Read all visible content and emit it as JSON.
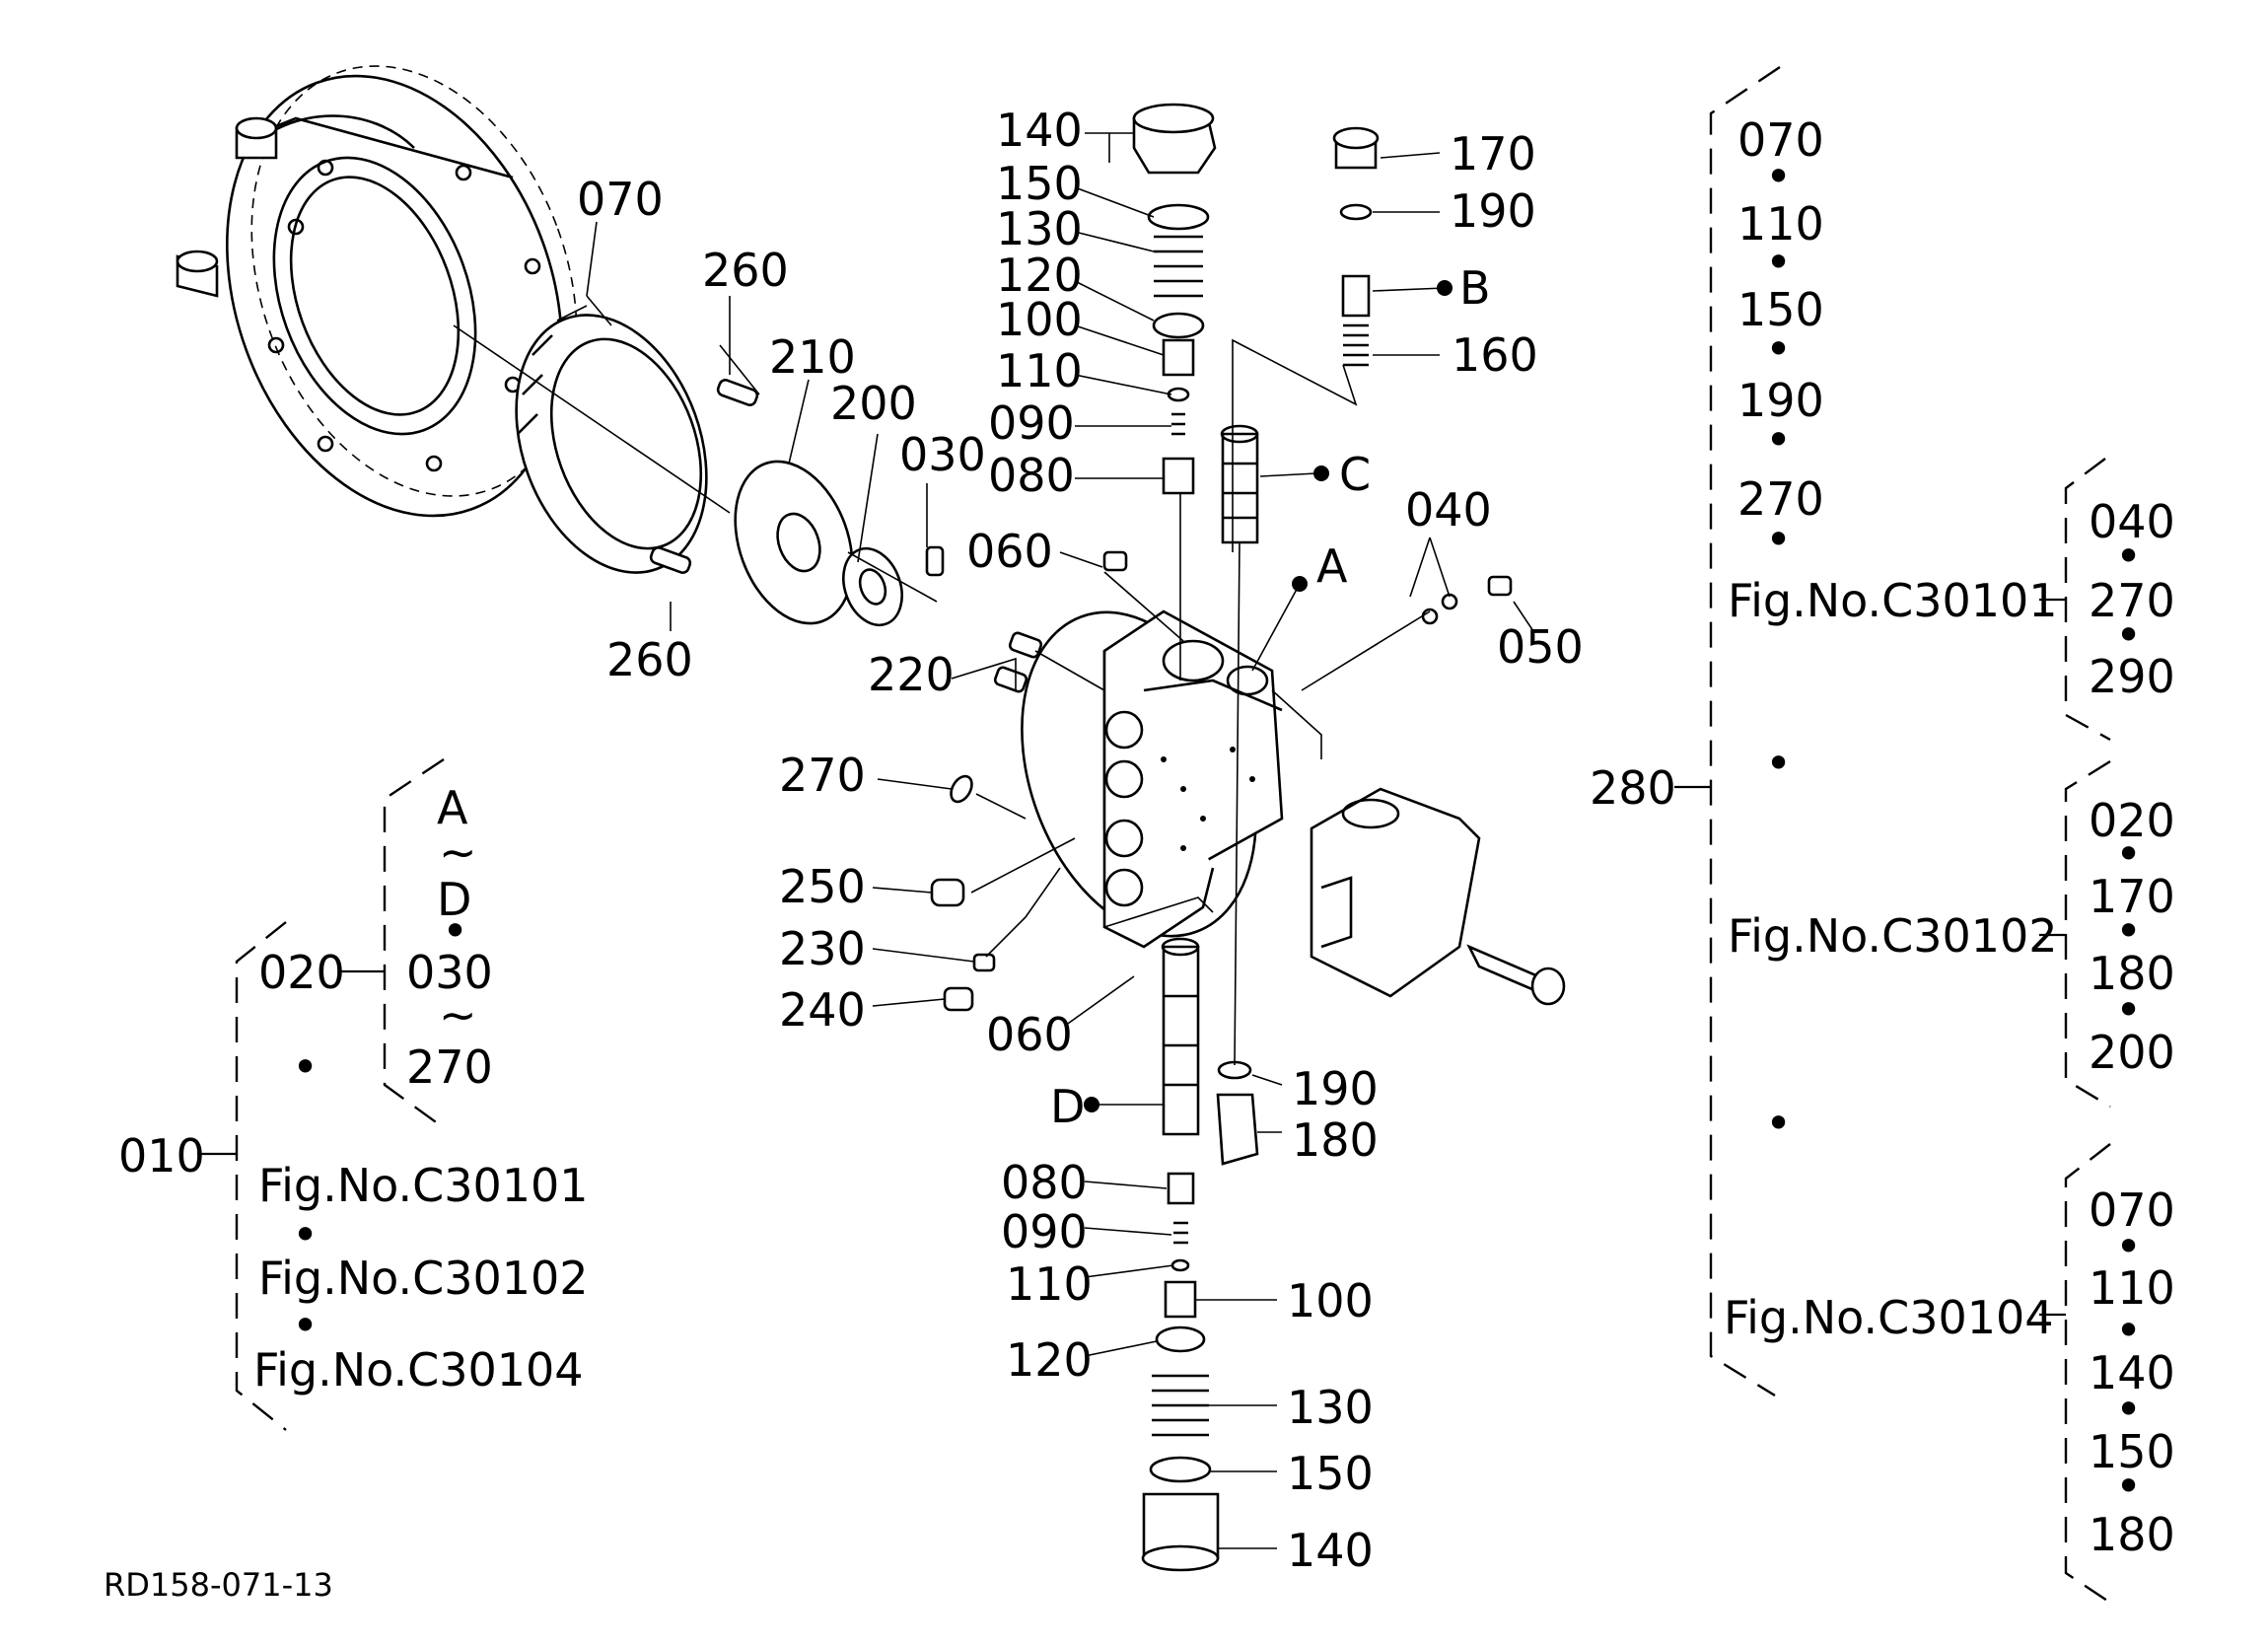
{
  "drawing_id": "RD158-071-13",
  "callouts": {
    "c140_top": "140",
    "c150_top": "150",
    "c130_top": "130",
    "c120_top": "120",
    "c100_top": "100",
    "c110_top": "110",
    "c090_top": "090",
    "c080_top": "080",
    "c170": "170",
    "c190_top": "190",
    "cB": "B",
    "c160": "160",
    "cC": "C",
    "c070_housing": "070",
    "c260_top": "260",
    "c210": "210",
    "c200": "200",
    "c030": "030",
    "c060_top": "060",
    "cA": "A",
    "c040": "040",
    "c050": "050",
    "c260_bottom": "260",
    "c220": "220",
    "c270": "270",
    "c250": "250",
    "c230": "230",
    "c240": "240",
    "c060_bottom": "060",
    "c190_bottom": "190",
    "c180": "180",
    "cD": "D",
    "c080_bottom": "080",
    "c090_bottom": "090",
    "c110_bottom": "110",
    "c100_bottom": "100",
    "c120_bottom": "120",
    "c130_bottom": "130",
    "c150_bottom": "150",
    "c140_bottom": "140"
  },
  "assembly_010": {
    "label": "010",
    "sub_020": "020",
    "range": [
      "A",
      "~",
      "D",
      "•",
      "030",
      "~",
      "270"
    ],
    "bullet": "•",
    "figs": [
      "Fig.No.C30101",
      "•",
      "Fig.No.C30102",
      "•",
      "Fig.No.C30104"
    ]
  },
  "kit_280": {
    "label": "280",
    "items": [
      "070",
      "•",
      "110",
      "•",
      "150",
      "•",
      "190",
      "•",
      "270",
      "•"
    ],
    "groups": [
      {
        "fig": "Fig.No.C30101",
        "parts": [
          "040",
          "•",
          "270",
          "•",
          "290"
        ]
      },
      {
        "fig": "Fig.No.C30102",
        "parts": [
          "020",
          "•",
          "170",
          "•",
          "180",
          "•",
          "200"
        ]
      },
      {
        "fig": "Fig.No.C30104",
        "parts": [
          "070",
          "•",
          "110",
          "•",
          "140",
          "•",
          "150",
          "•",
          "180"
        ]
      }
    ],
    "group_bullet": "•"
  }
}
